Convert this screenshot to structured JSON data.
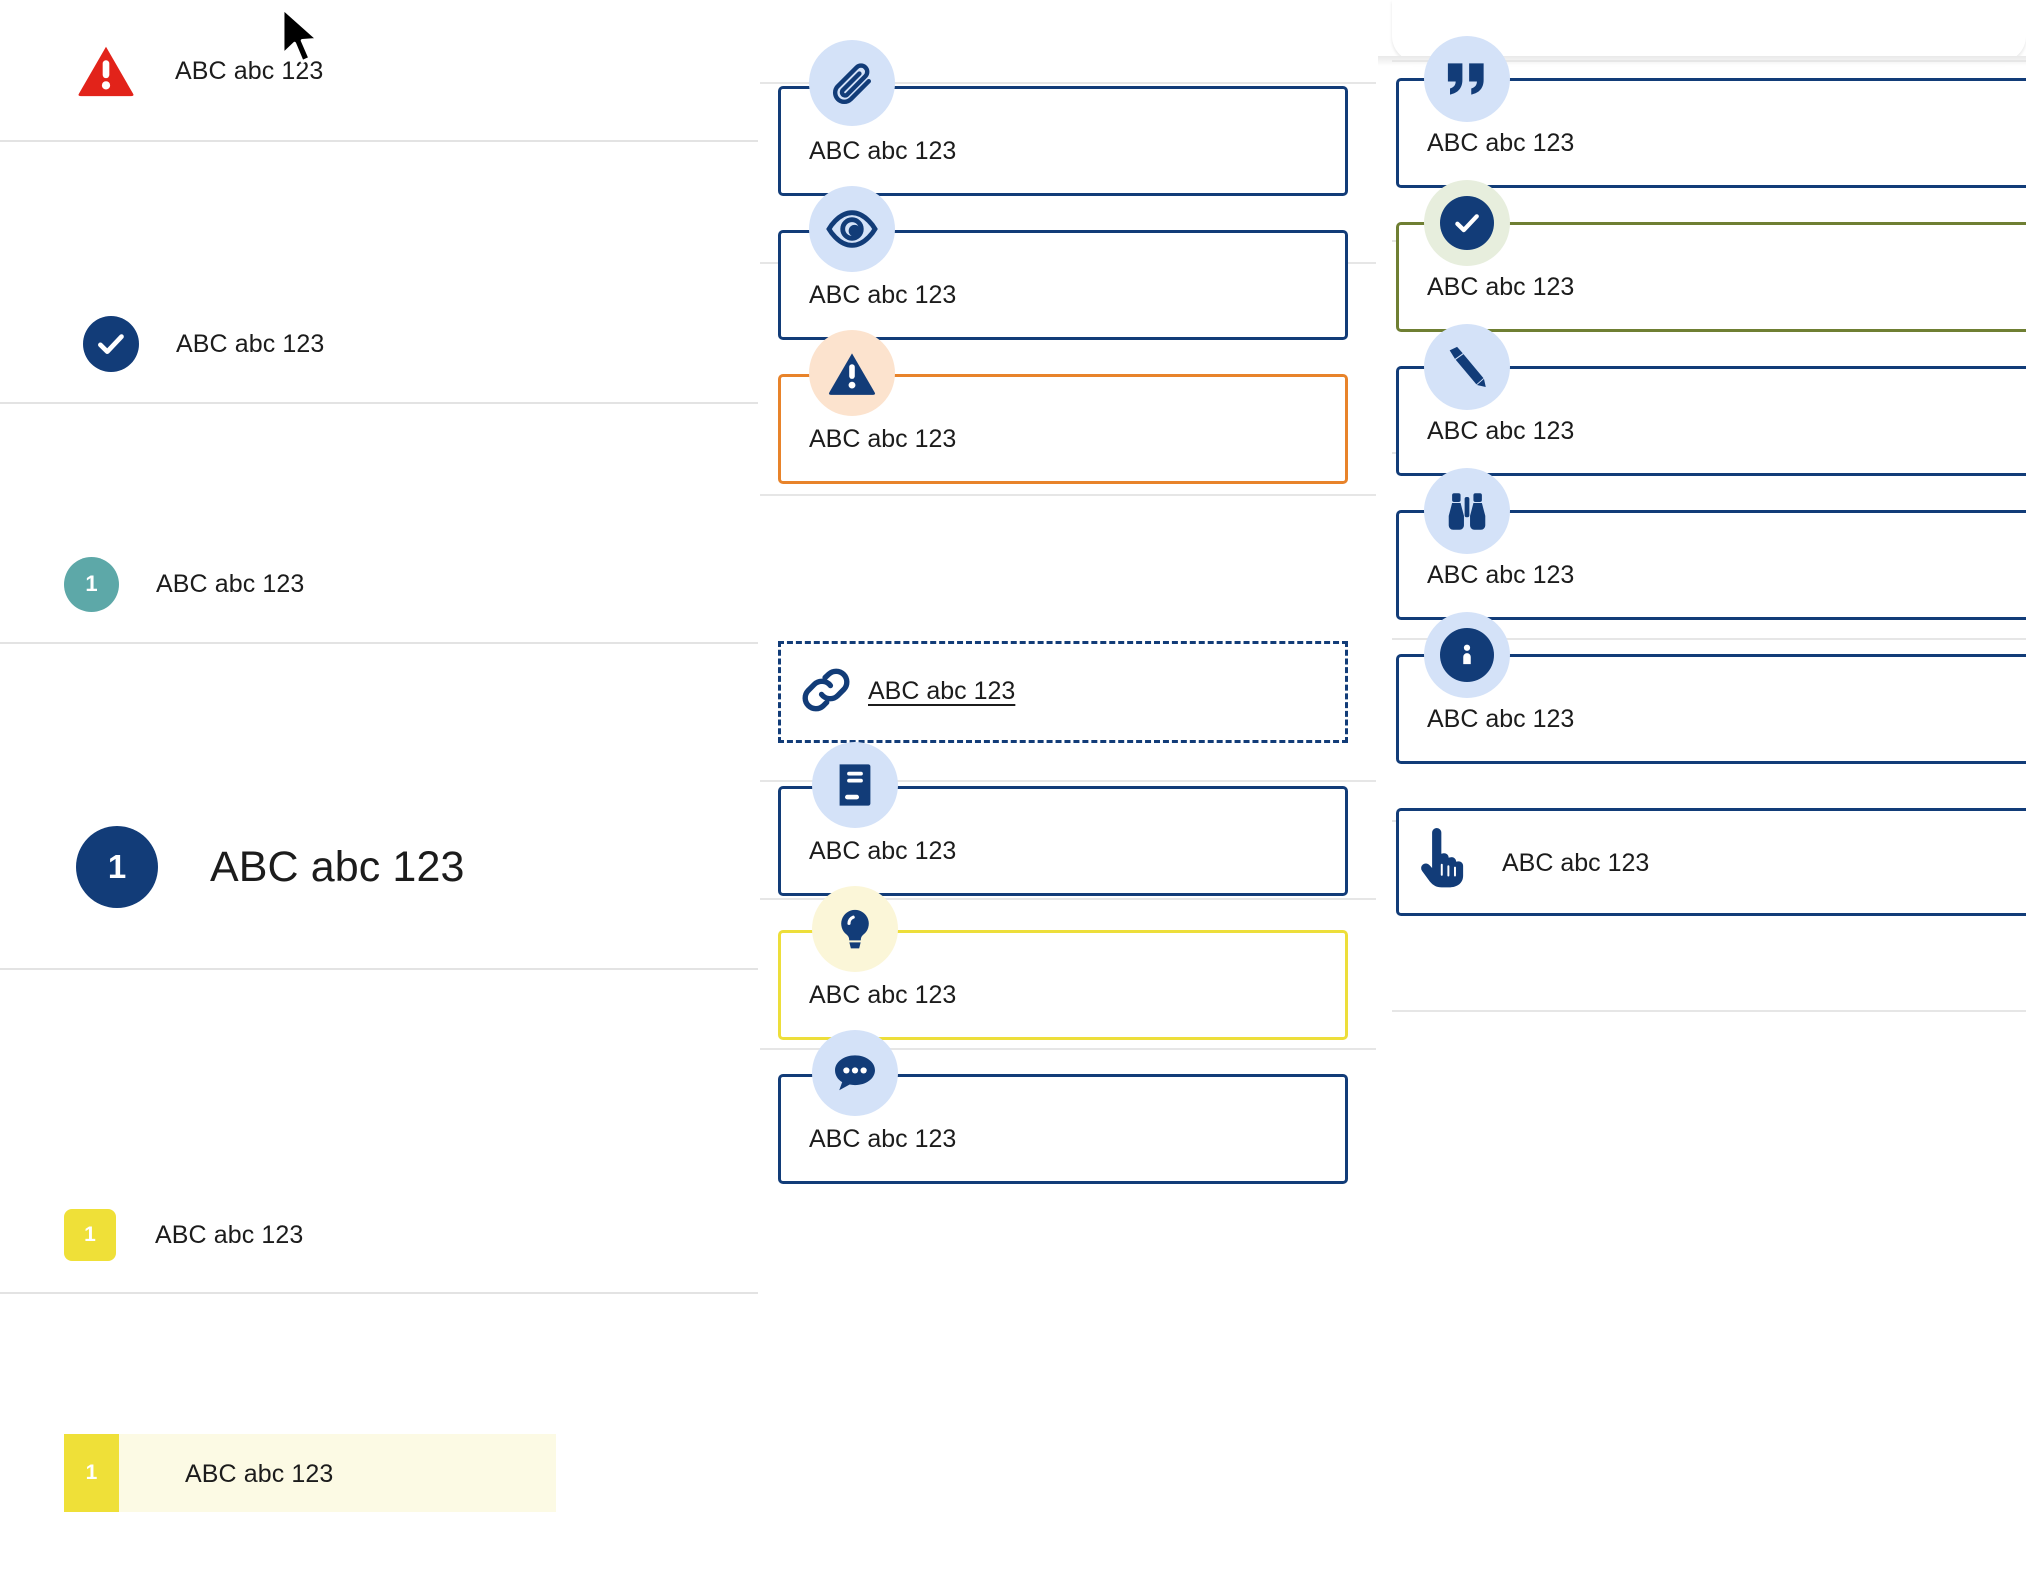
{
  "colors": {
    "navy": "#123C78",
    "navy_dark": "#12386E",
    "red": "#E2231A",
    "teal": "#5DA8A8",
    "yellow": "#EFE038",
    "yellow_border": "#EDDE3A",
    "cream_highlight": "#FCFAE4",
    "orange": "#E8832A",
    "olive": "#6F7F33",
    "chip_blue": "#D4E2F8",
    "chip_peach": "#FCE3CE",
    "chip_green": "#E7EEDD",
    "chip_yellow": "#FBF6D8",
    "separator": "#E3E3E3",
    "text": "#1C1C1C"
  },
  "left_column": {
    "rows": [
      {
        "icon": "warning-triangle-icon",
        "label": "ABC abc 123"
      },
      {
        "icon": "check-circle-icon",
        "label": "ABC abc 123"
      },
      {
        "icon": "number-badge-teal",
        "badge_value": "1",
        "label": "ABC abc 123"
      },
      {
        "icon": "number-badge-navy-large",
        "badge_value": "1",
        "label": "ABC abc 123"
      },
      {
        "icon": "number-badge-yellow",
        "badge_value": "1",
        "label": "ABC abc 123"
      },
      {
        "icon": "number-badge-yellow",
        "badge_value": "1",
        "label": "ABC abc 123",
        "highlighted": true
      }
    ]
  },
  "middle_column": {
    "cards": [
      {
        "icon": "paperclip-icon",
        "label": "ABC abc 123",
        "border": "navy",
        "chip": "blue"
      },
      {
        "icon": "eye-icon",
        "label": "ABC abc 123",
        "border": "navy",
        "chip": "blue"
      },
      {
        "icon": "warning-triangle-icon",
        "label": "ABC abc 123",
        "border": "orange",
        "chip": "peach"
      },
      {
        "icon": "link-chain-icon",
        "label": "ABC abc 123",
        "border": "dashed-navy",
        "chip": "none",
        "underlined": true
      },
      {
        "icon": "book-icon",
        "label": "ABC abc 123",
        "border": "navy",
        "chip": "blue"
      },
      {
        "icon": "lightbulb-icon",
        "label": "ABC abc 123",
        "border": "yellow",
        "chip": "yellow"
      },
      {
        "icon": "chat-bubble-icon",
        "label": "ABC abc 123",
        "border": "navy",
        "chip": "blue"
      }
    ]
  },
  "right_column": {
    "cards": [
      {
        "icon": "quote-marks-icon",
        "label": "ABC abc 123",
        "border": "navy",
        "chip": "blue"
      },
      {
        "icon": "check-circle-icon",
        "label": "ABC abc 123",
        "border": "olive",
        "chip": "green"
      },
      {
        "icon": "pencil-icon",
        "label": "ABC abc 123",
        "border": "navy",
        "chip": "blue"
      },
      {
        "icon": "binoculars-icon",
        "label": "ABC abc 123",
        "border": "navy",
        "chip": "blue"
      },
      {
        "icon": "info-circle-icon",
        "label": "ABC abc 123",
        "border": "navy",
        "chip": "blue"
      },
      {
        "icon": "pointing-hand-icon",
        "label": "ABC abc 123",
        "border": "navy",
        "chip": "none"
      }
    ]
  },
  "cursor": {
    "icon": "mouse-pointer-icon"
  }
}
